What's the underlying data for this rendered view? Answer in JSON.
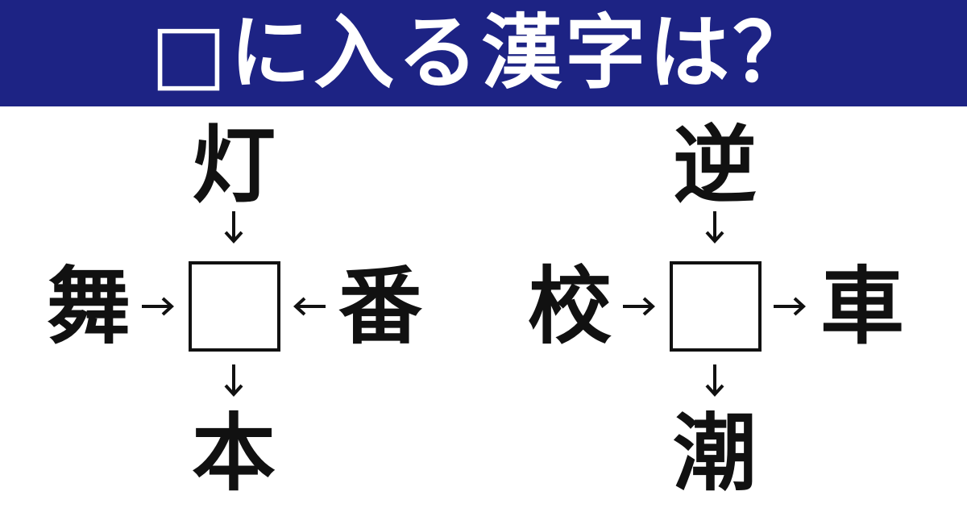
{
  "header": {
    "title": "□に入る漢字は？"
  },
  "puzzles": [
    {
      "top": "灯",
      "left": "舞",
      "right": "番",
      "bottom": "本",
      "arrows": {
        "top": "down",
        "left": "right",
        "right": "left",
        "bottom": "down"
      }
    },
    {
      "top": "逆",
      "left": "校",
      "right": "車",
      "bottom": "潮",
      "arrows": {
        "top": "down",
        "left": "right",
        "right": "right",
        "bottom": "down"
      }
    }
  ],
  "colors": {
    "header_bg": "#1d2384",
    "text": "#111111"
  }
}
